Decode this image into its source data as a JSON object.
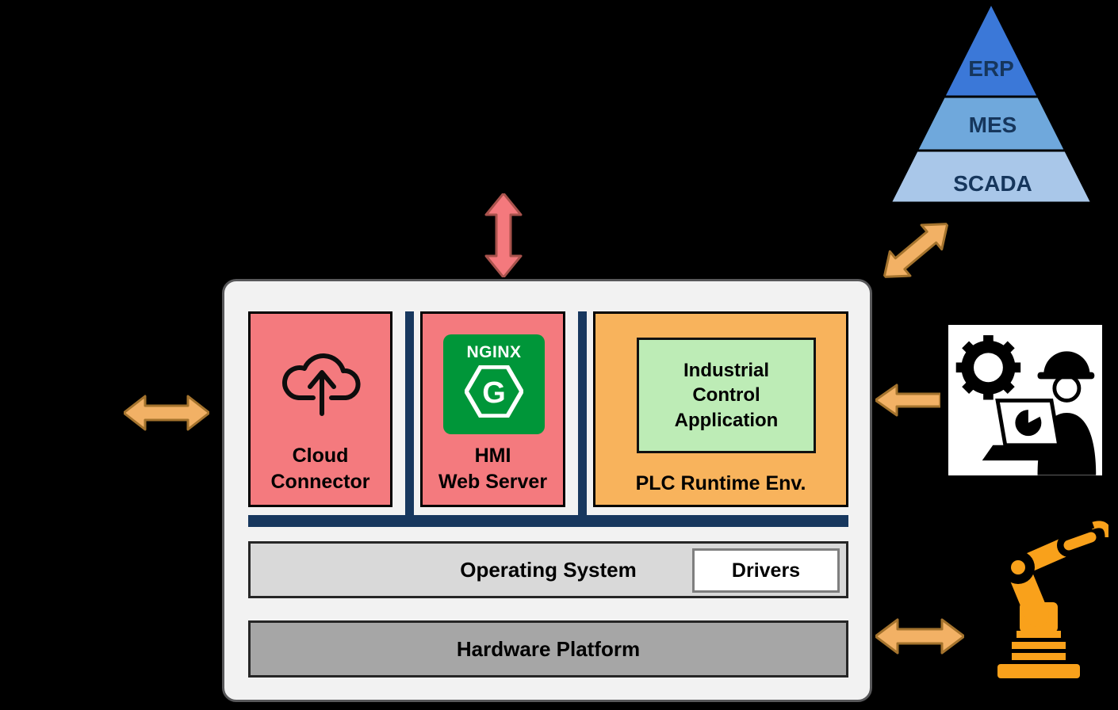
{
  "colors": {
    "panel": "#f2f2f2",
    "salmon": "#f47a7e",
    "orange": "#f8b35c",
    "inner_green": "#bdecb6",
    "navy": "#17375e",
    "os_gray": "#d9d9d9",
    "hw_gray": "#a6a6a6",
    "nginx_green": "#009639",
    "arrow_orange": "#f2b165",
    "arrow_red": "#f4797d",
    "erp_blue": "#3b78d8",
    "mes_blue": "#6fa8dc",
    "scada_blue": "#a9c7e9"
  },
  "stack": {
    "cloud_connector": "Cloud\nConnector",
    "hmi_web_server": "HMI\nWeb Server",
    "plc_runtime": "PLC Runtime Env.",
    "industrial_control_app": "Industrial\nControl\nApplication",
    "operating_system": "Operating System",
    "drivers": "Drivers",
    "hardware_platform": "Hardware Platform"
  },
  "nginx": {
    "name": "NGINX",
    "letter": "G"
  },
  "pyramid": {
    "levels": [
      "ERP",
      "MES",
      "SCADA"
    ]
  }
}
